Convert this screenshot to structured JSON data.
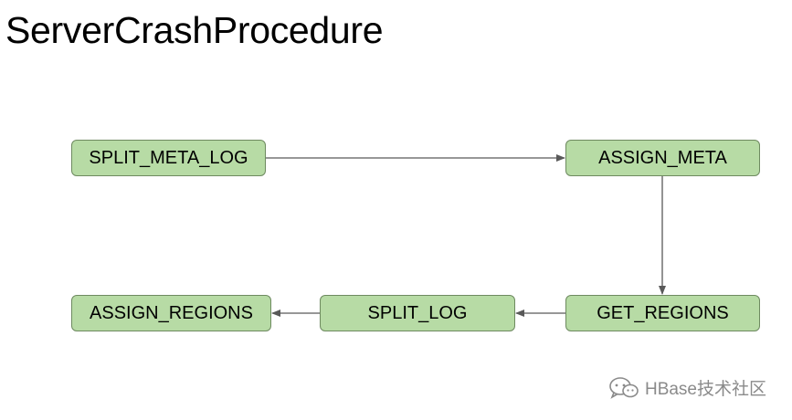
{
  "title": "ServerCrashProcedure",
  "nodes": {
    "split_meta_log": "SPLIT_META_LOG",
    "assign_meta": "ASSIGN_META",
    "get_regions": "GET_REGIONS",
    "split_log": "SPLIT_LOG",
    "assign_regions": "ASSIGN_REGIONS"
  },
  "edges": [
    {
      "from": "SPLIT_META_LOG",
      "to": "ASSIGN_META"
    },
    {
      "from": "ASSIGN_META",
      "to": "GET_REGIONS"
    },
    {
      "from": "GET_REGIONS",
      "to": "SPLIT_LOG"
    },
    {
      "from": "SPLIT_LOG",
      "to": "ASSIGN_REGIONS"
    }
  ],
  "colors": {
    "node_fill": "#b7dba5",
    "node_border": "#6e8a60",
    "arrow": "#595959",
    "watermark": "#8a8a8a"
  },
  "watermark": {
    "text": "HBase技术社区",
    "icon": "wechat-icon"
  }
}
